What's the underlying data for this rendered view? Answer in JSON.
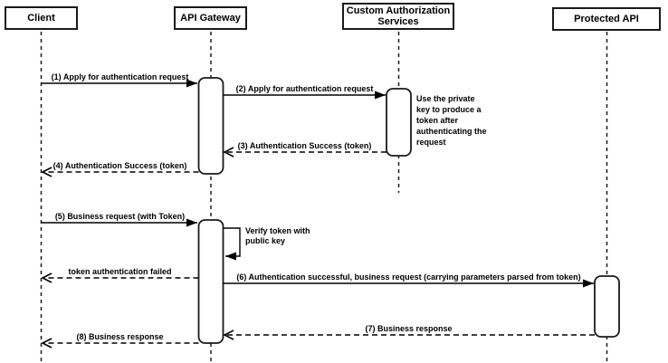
{
  "diagram": {
    "type": "sequence",
    "participants": [
      {
        "id": "client",
        "label": "Client"
      },
      {
        "id": "api-gateway",
        "label": "API Gateway"
      },
      {
        "id": "custom-auth",
        "label": "Custom Authorization Services"
      },
      {
        "id": "protected-api",
        "label": "Protected API"
      }
    ],
    "messages": [
      {
        "n": 1,
        "label": "(1) Apply for authentication request",
        "from": "client",
        "to": "api-gateway",
        "style": "solid"
      },
      {
        "n": 2,
        "label": "(2) Apply for authentication request",
        "from": "api-gateway",
        "to": "custom-auth",
        "style": "solid"
      },
      {
        "n": 3,
        "label": "(3) Authentication Success (token)",
        "from": "custom-auth",
        "to": "api-gateway",
        "style": "dashed"
      },
      {
        "n": 4,
        "label": "(4) Authentication Success (token)",
        "from": "api-gateway",
        "to": "client",
        "style": "dashed"
      },
      {
        "n": 5,
        "label": "(5) Business request (with Token)",
        "from": "client",
        "to": "api-gateway",
        "style": "solid"
      },
      {
        "n": null,
        "label": "Verify token with public key",
        "from": "api-gateway",
        "to": "api-gateway",
        "style": "self"
      },
      {
        "n": null,
        "label": "token authentication failed",
        "from": "api-gateway",
        "to": "client",
        "style": "dashed"
      },
      {
        "n": 6,
        "label": "(6) Authentication successful, business request (carrying parameters parsed from token)",
        "from": "api-gateway",
        "to": "protected-api",
        "style": "solid"
      },
      {
        "n": 7,
        "label": "(7) Business response",
        "from": "protected-api",
        "to": "api-gateway",
        "style": "dashed"
      },
      {
        "n": 8,
        "label": "(8) Business response",
        "from": "api-gateway",
        "to": "client",
        "style": "dashed"
      }
    ],
    "notes": [
      {
        "text": "Use the private key to produce a token after authenticating the request",
        "attached_to": "custom-auth"
      }
    ],
    "colors": {
      "stroke": "#000000",
      "fill": "#ffffff",
      "text": "#000000"
    }
  }
}
